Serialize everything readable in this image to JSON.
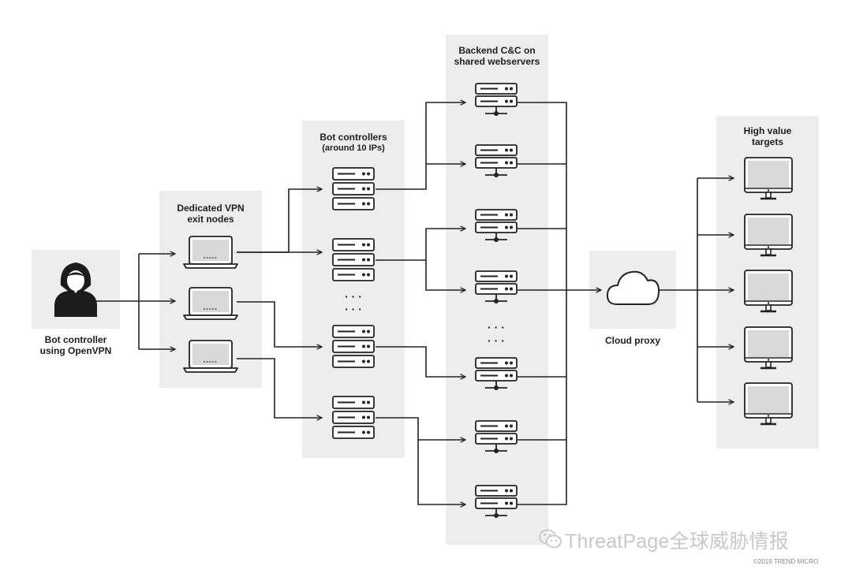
{
  "groups": {
    "bot_controller": {
      "label_line1": "Bot controller",
      "label_line2": "using OpenVPN"
    },
    "vpn_nodes": {
      "label_line1": "Dedicated VPN",
      "label_line2": "exit nodes"
    },
    "bot_controllers": {
      "label_line1": "Bot controllers",
      "label_line2": "(around 10 IPs)"
    },
    "backend": {
      "label_line1": "Backend C&C on",
      "label_line2": "shared webservers"
    },
    "cloud_proxy": {
      "label": "Cloud proxy"
    },
    "targets": {
      "label_line1": "High value",
      "label_line2": "targets"
    }
  },
  "ellipsis": "· · ·",
  "watermark": "ThreatPage全球威胁情报",
  "copyright": "©2019 TREND MICRO"
}
